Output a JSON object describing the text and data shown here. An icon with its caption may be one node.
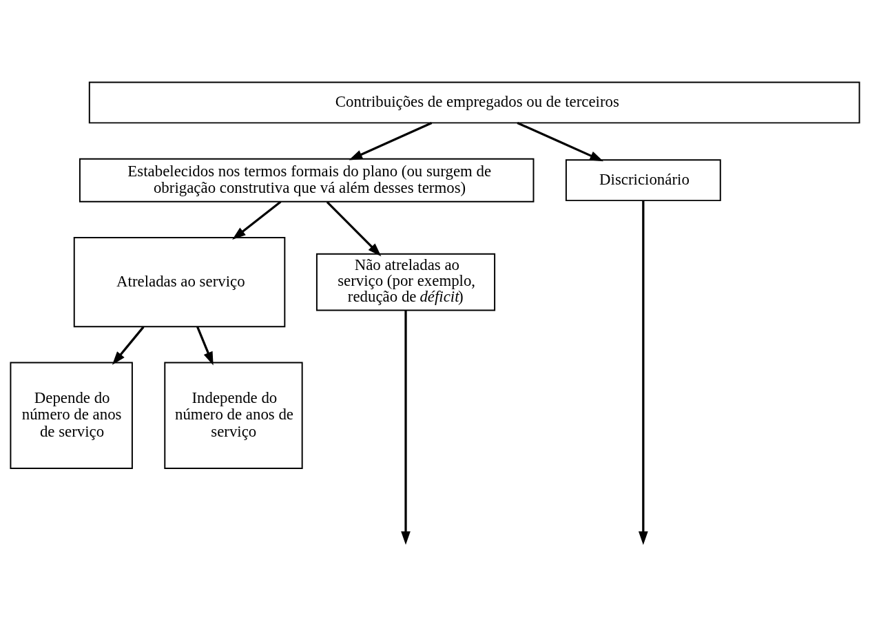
{
  "diagram": {
    "nodes": [
      {
        "text": [
          "Contribuições de empregados ou de terceiros"
        ]
      },
      {
        "text": [
          "Estabelecidos nos termos formais do plano (ou surgem de obrigação construtiva que vá além desses termos)"
        ]
      },
      {
        "text": [
          "Discricionário"
        ]
      },
      {
        "text": [
          "Atreladas ao serviço"
        ]
      },
      {
        "text": [
          "Não atreladas ao serviço (por exemplo, redução de *déficit*)"
        ]
      },
      {
        "text": [
          "Depende do número de anos de serviço"
        ]
      },
      {
        "text": [
          "Independe do número de anos de serviço"
        ]
      }
    ],
    "edges": [
      {
        "from": 0,
        "to": 1,
        "arrow": "to"
      },
      {
        "from": 0,
        "to": 2,
        "arrow": "to"
      },
      {
        "from": 1,
        "to": 3,
        "arrow": "to"
      },
      {
        "from": 1,
        "to": 4,
        "arrow": "to"
      },
      {
        "from": 3,
        "to": 5,
        "arrow": "to"
      },
      {
        "from": 3,
        "to": 6,
        "arrow": "to"
      },
      {
        "from": 4,
        "to": null,
        "arrow": "to"
      },
      {
        "from": 2,
        "to": null,
        "arrow": "to"
      }
    ]
  }
}
